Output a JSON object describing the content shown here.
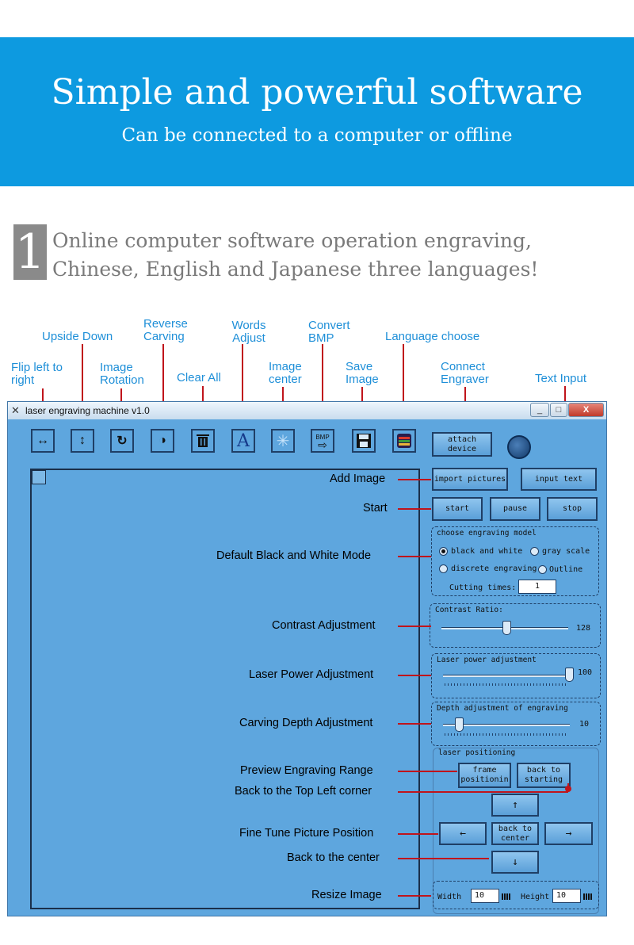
{
  "banner": {
    "title": "Simple and powerful software",
    "subtitle": "Can be connected to a computer or offline"
  },
  "intro": {
    "number": "1",
    "text": "Online computer software operation engraving, Chinese, English and Japanese three languages!"
  },
  "callouts": {
    "flip": "Flip left to right",
    "upside": "Upside Down",
    "rotation": "Image Rotation",
    "reverse": "Reverse Carving",
    "clear": "Clear All",
    "words": "Words Adjust",
    "center": "Image center",
    "convert": "Convert BMP",
    "save": "Save Image",
    "language": "Language choose",
    "connect": "Connect Engraver",
    "text_input": "Text Input"
  },
  "window": {
    "title": "laser engraving machine v1.0",
    "minimize": "_",
    "maximize": "□",
    "close": "X",
    "attach_device": "attach device",
    "import_pictures": "import pictures",
    "input_text": "input text",
    "start": "start",
    "pause": "pause",
    "stop": "stop",
    "bmp_label": "BMP"
  },
  "labels": {
    "add_image": "Add Image",
    "start": "Start",
    "default_mode": "Default Black and White Mode",
    "contrast": "Contrast Adjustment",
    "laser_power": "Laser Power Adjustment",
    "carving_depth": "Carving Depth Adjustment",
    "preview_range": "Preview Engraving Range",
    "back_top_left": "Back to the Top Left corner",
    "fine_tune": "Fine Tune Picture Position",
    "back_center": "Back to the center",
    "resize": "Resize Image"
  },
  "engraving_model": {
    "title": "choose engraving model",
    "black_white": "black and white",
    "gray_scale": "gray scale",
    "discrete": "discrete engraving",
    "outline": "Outline",
    "cutting_label": "Cutting times:",
    "cutting_value": "1"
  },
  "contrast": {
    "title": "Contrast Ratio:",
    "value": "128",
    "max": 255
  },
  "power": {
    "title": "Laser power adjustment",
    "value": "100",
    "max": 100
  },
  "depth": {
    "title": "Depth adjustment of engraving",
    "value": "10",
    "max": 100
  },
  "positioning": {
    "title": "laser positioning",
    "frame": "frame positionin",
    "back_start": "back to starting",
    "back_center": "back to center",
    "up": "↑",
    "down": "↓",
    "left": "←",
    "right": "→"
  },
  "size": {
    "width_label": "Width",
    "width_value": "10",
    "height_label": "Height",
    "height_value": "10"
  },
  "colors": {
    "banner": "#0d9ae0",
    "callout_text": "#1e8fd8",
    "pointer_line": "#c0141b",
    "window_bg": "#5ea6de"
  }
}
